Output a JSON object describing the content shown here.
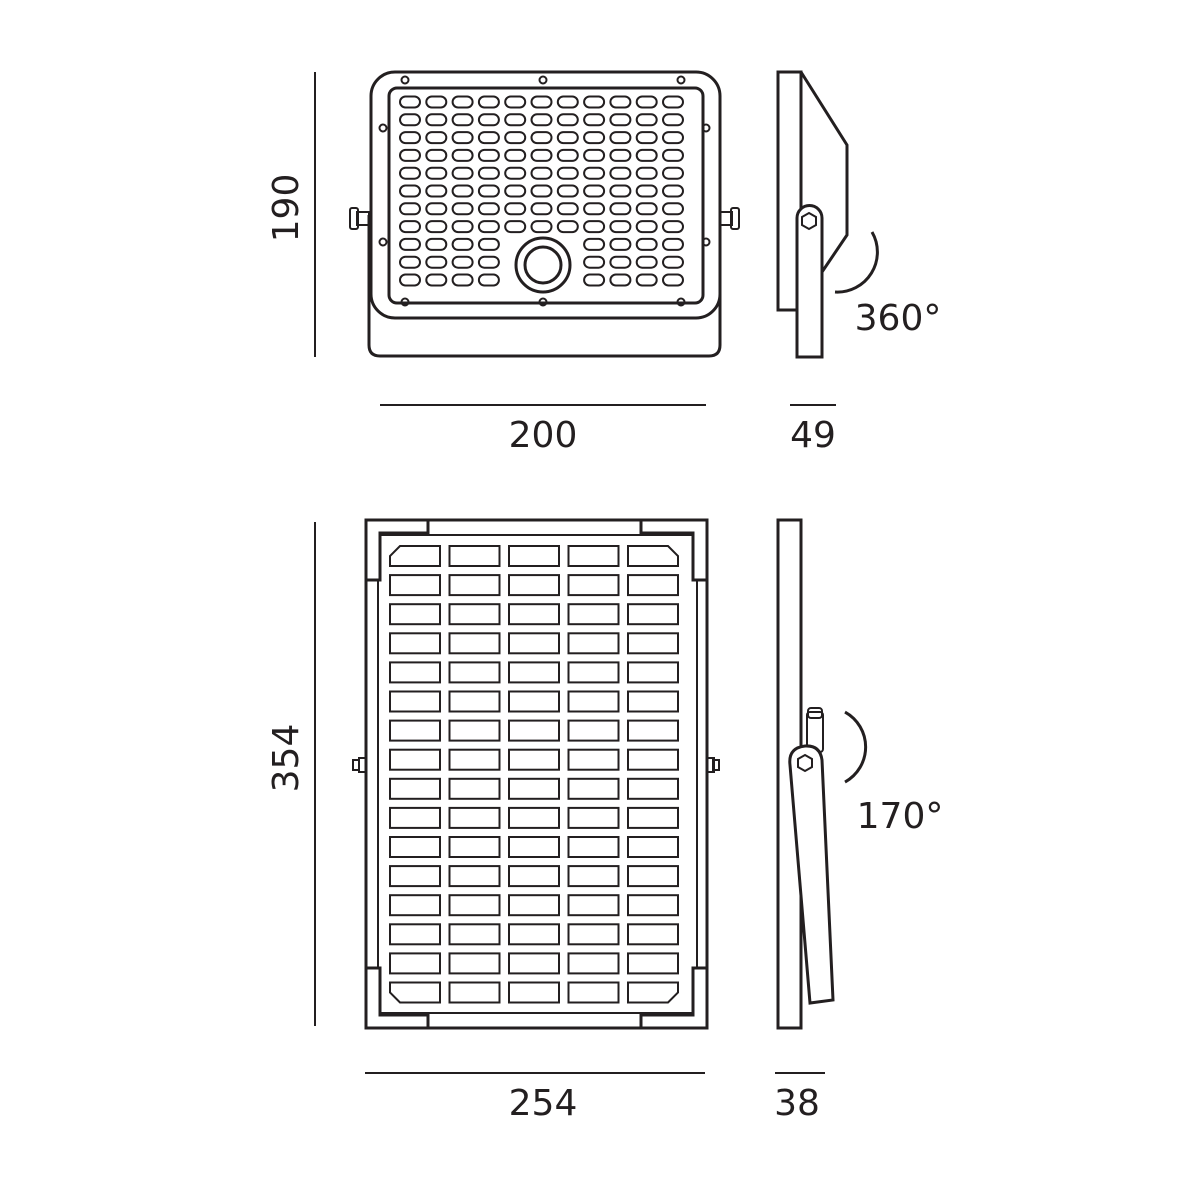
{
  "floodlight": {
    "height_label": "190",
    "width_label": "200",
    "depth_label": "49",
    "rotation_label": "360°",
    "led_columns": 11,
    "led_rows": 11
  },
  "solar_panel": {
    "height_label": "354",
    "width_label": "254",
    "depth_label": "38",
    "tilt_label": "170°",
    "cell_columns": 5,
    "cell_rows": 16
  },
  "colors": {
    "line": "#231f20",
    "background": "#ffffff"
  }
}
